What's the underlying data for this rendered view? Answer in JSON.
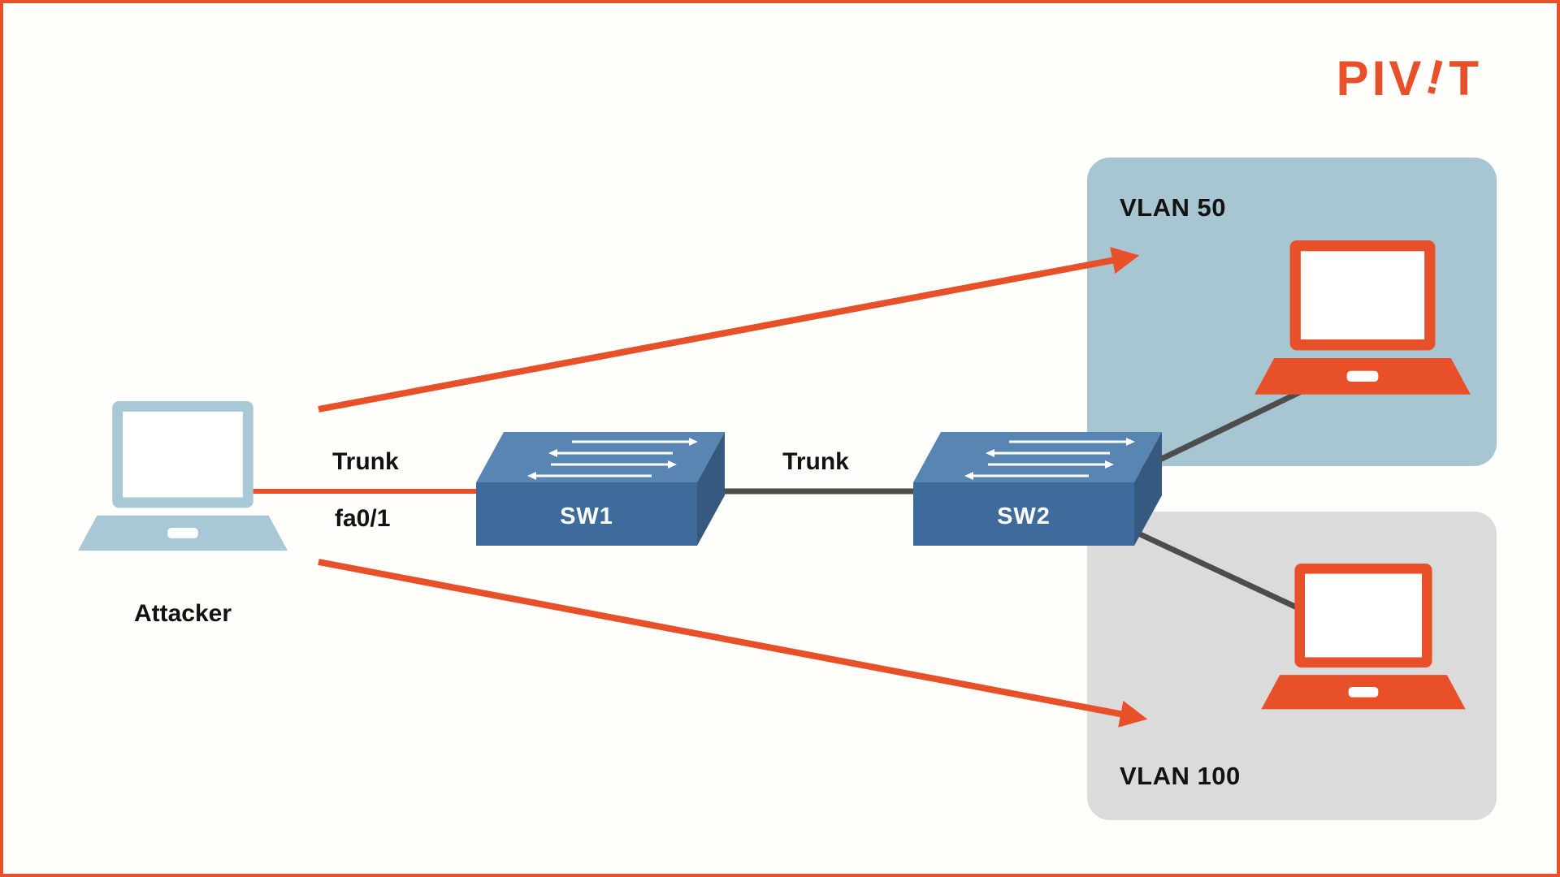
{
  "logo": {
    "part1": "PIV",
    "bang": "!",
    "part2": "T",
    "color": "#E8502A"
  },
  "zones": {
    "vlan50": {
      "label": "VLAN 50",
      "bg": "#A8C5D2"
    },
    "vlan100": {
      "label": "VLAN 100",
      "bg": "#DBDBDB"
    }
  },
  "nodes": {
    "attacker": {
      "label": "Attacker"
    },
    "sw1": {
      "label": "SW1"
    },
    "sw2": {
      "label": "SW2"
    }
  },
  "links": {
    "attacker_sw1": {
      "label": "Trunk",
      "port": "fa0/1",
      "color": "#E8502A"
    },
    "sw1_sw2": {
      "label": "Trunk",
      "color": "#4D4D4D"
    }
  },
  "colors": {
    "accent": "#E8502A",
    "attacker_laptop": "#A9C8D6",
    "victim_laptop": "#E8502A",
    "switch_top": "#5885B2",
    "switch_front": "#3F6B9C",
    "switch_side": "#35597F",
    "line": "#4D4D4D",
    "border": "#E8502A"
  }
}
